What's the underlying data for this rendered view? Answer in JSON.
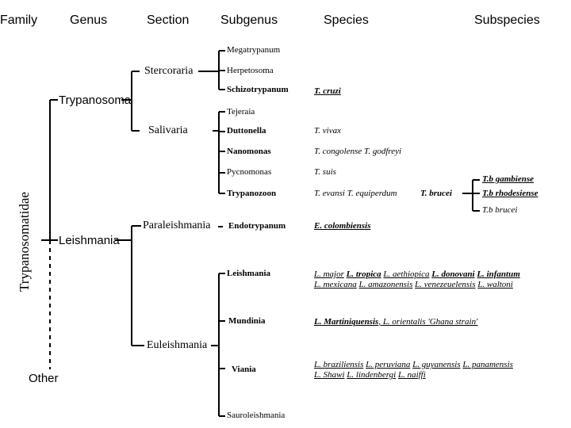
{
  "headers": {
    "family": "Family",
    "genus": "Genus",
    "section": "Section",
    "subgenus": "Subgenus",
    "species": "Species",
    "subspecies": "Subspecies"
  },
  "family": {
    "name": "Trypanosomatidae",
    "other": "Other"
  },
  "genera": {
    "trypanosoma": "Trypanosoma",
    "leishmania": "Leishmania"
  },
  "sections": {
    "stercoraria": "Stercoraria",
    "salivaria": "Salivaria",
    "paraleishmania": "Paraleishmania",
    "euleishmania": "Euleishmania"
  },
  "subgenera": {
    "megatrypanum": "Megatrypanum",
    "herpetosoma": "Herpetosoma",
    "schizotrypanum": "Schizotrypanum",
    "tejeraia": "Tejeraia",
    "duttonella": "Duttonella",
    "nanomonas": "Nanomonas",
    "pycnomonas": "Pycnomonas",
    "trypanozoon": "Trypanozoon",
    "endotrypanum": "Endotrypanum",
    "leishmania": "Leishmania",
    "mundinia": "Mundinia",
    "viania": "Viania",
    "sauroleishmania": "Sauroleishmania"
  },
  "species": {
    "t_cruzi": "T. cruzi",
    "t_vivax": "T. vivax",
    "t_congolense_godfreyi": "T. congolense T. godfreyi",
    "t_suis": "T. suis",
    "t_evansi_equiperdum": "T. evansi T. equiperdum",
    "t_brucei": "T. brucei",
    "e_colombiensis": "E. colombiensis",
    "l_major": "L. major",
    "l_tropica": "L. tropica",
    "l_aethiopica": "L. aethiopica",
    "l_donovani": "L. donovani",
    "l_infantum": "L. infantum",
    "l_mexicana": "L. mexicana",
    "l_amazonensis": "L. amazonensis",
    "l_venezeuelensis": "L. venezeuelensis",
    "l_waltoni": "L. waltoni",
    "l_martiniquensis": "L. Martiniquensis",
    "l_orientalis": ", L. orientalis 'Ghana strain'",
    "l_braziliensis": "L. braziliensis",
    "l_peruviana": "L. peruviana",
    "l_guyanensis": "L. guyanensis",
    "l_panamensis": "L. panamensis",
    "l_shawi": "L. Shawi",
    "l_lindenbergi": "L. lindenbergi",
    "l_naiffi": "L. naiffi"
  },
  "subspecies": {
    "gambiense": "T.b gambiense",
    "rhodesiense": "T.b rhodesiense",
    "brucei": "T.b brucei"
  }
}
